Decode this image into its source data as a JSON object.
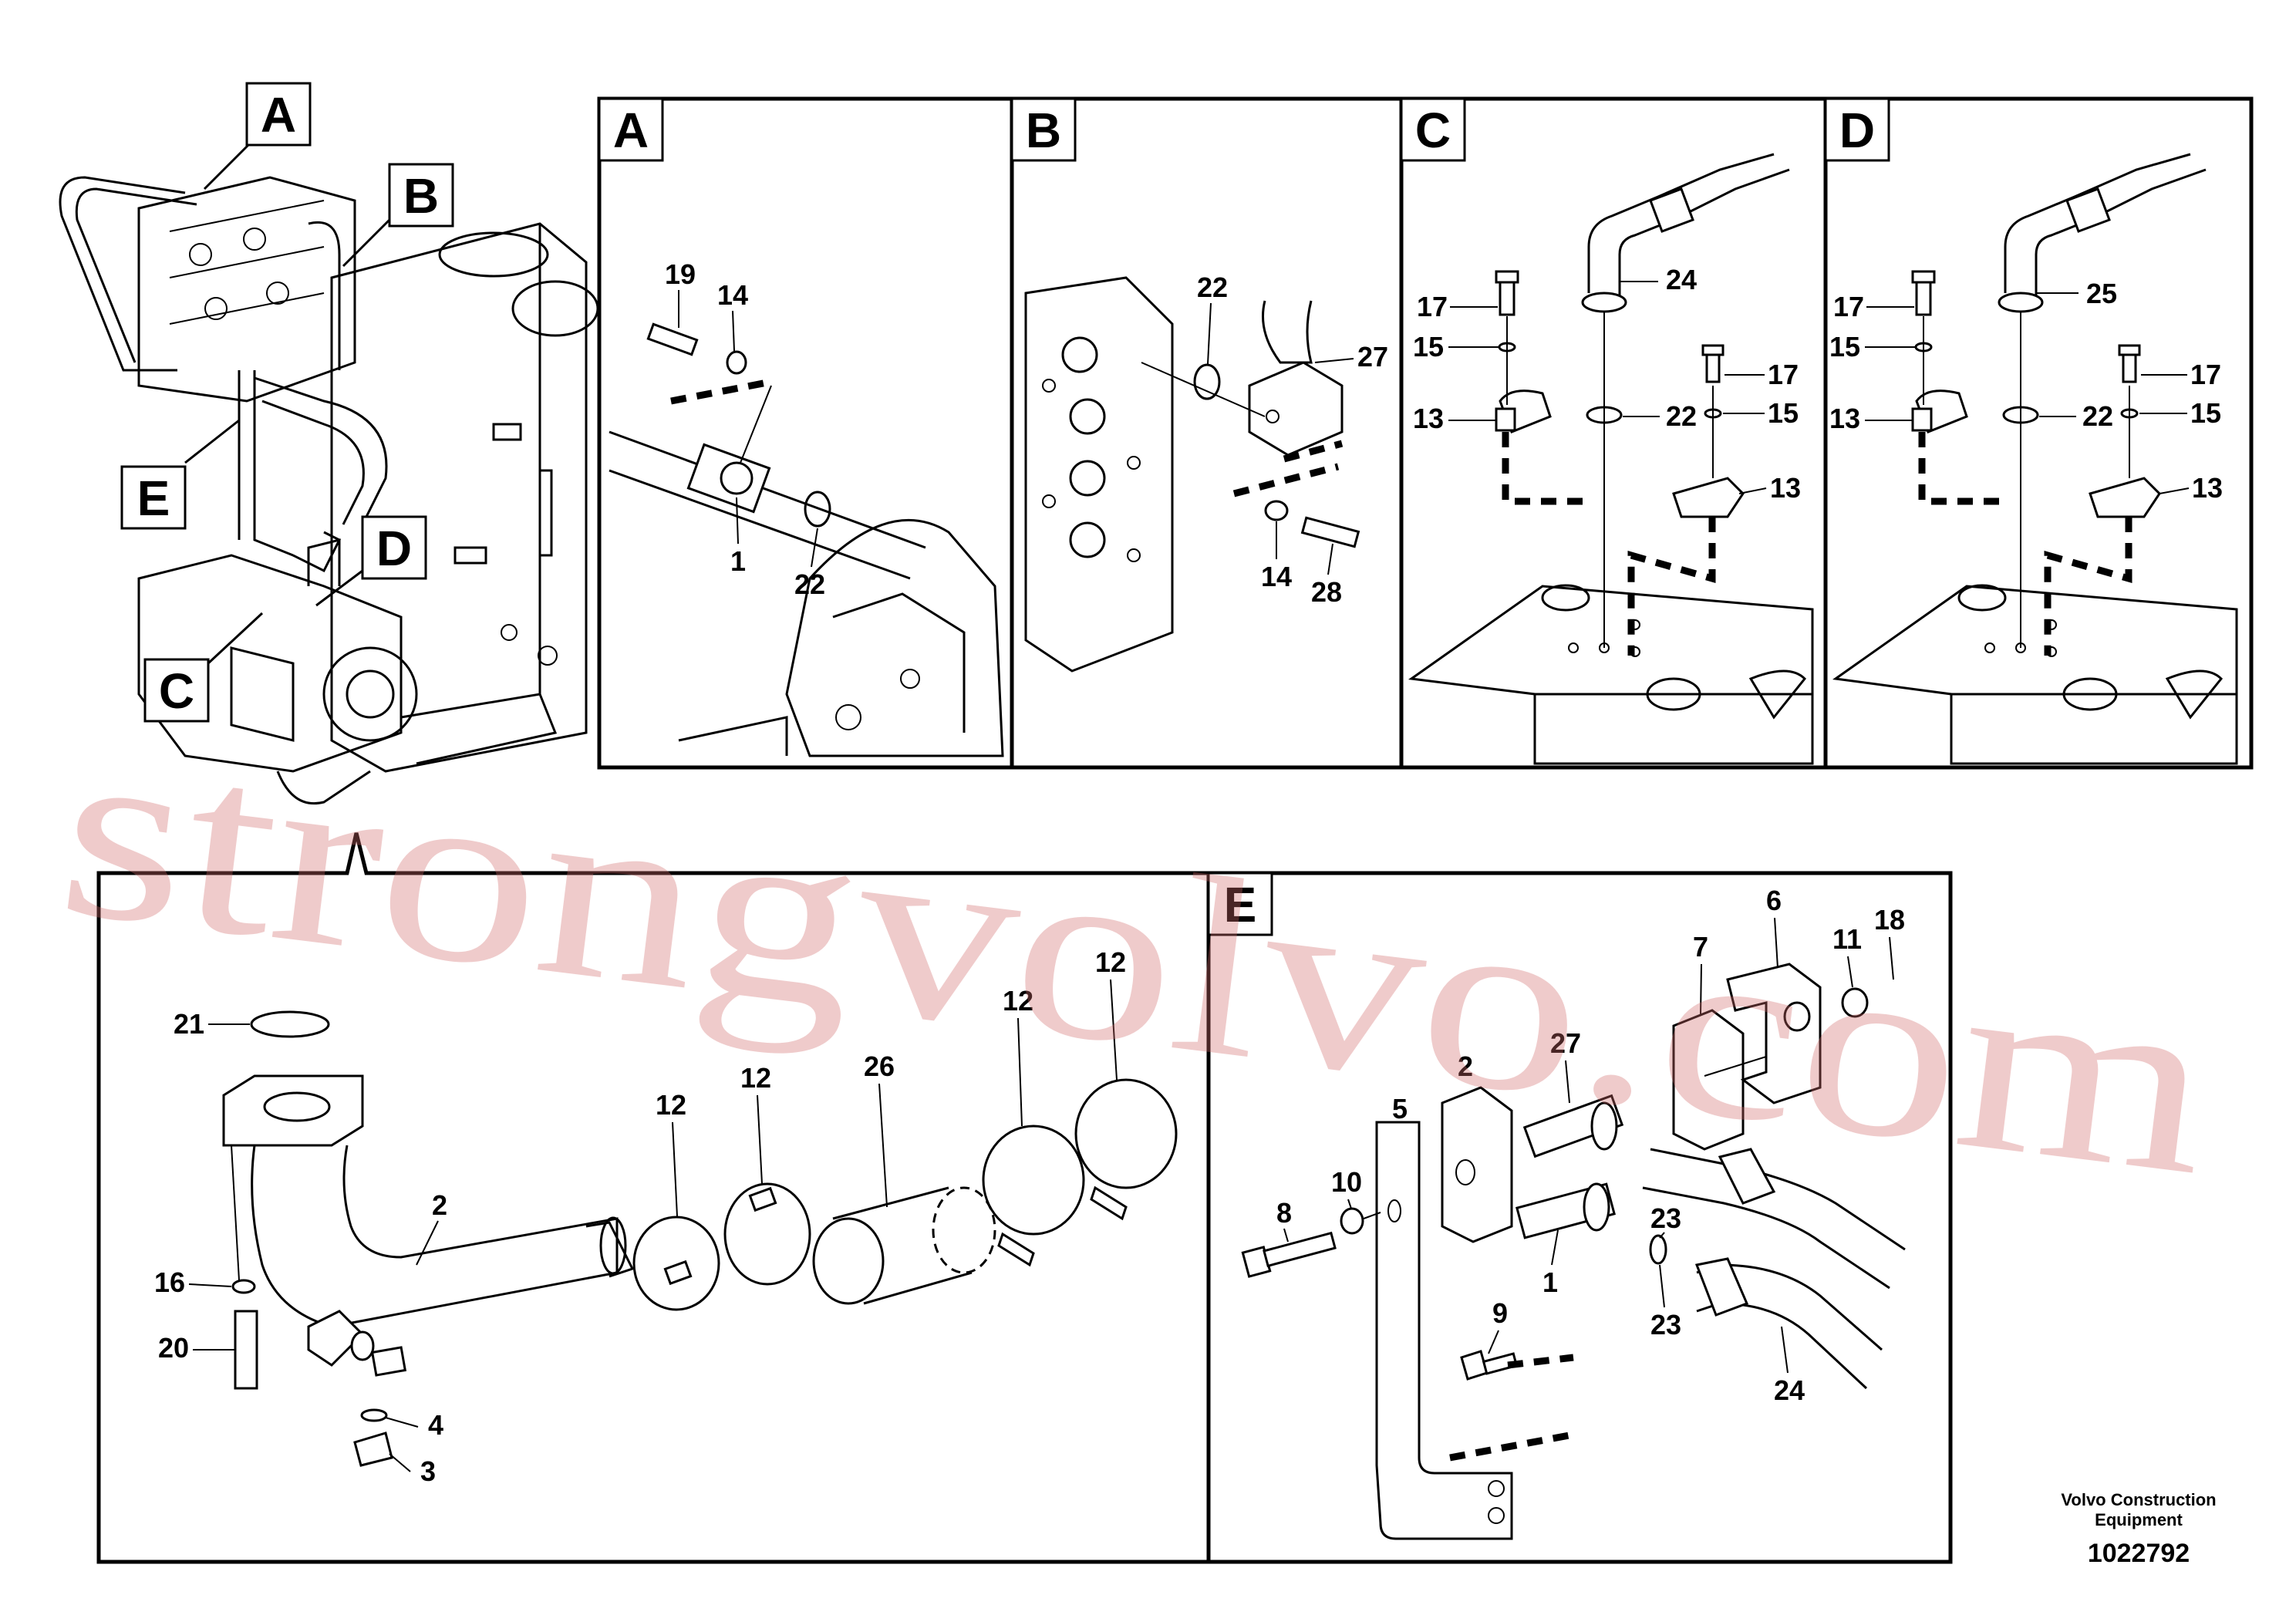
{
  "panels": {
    "A": {
      "tag": "A"
    },
    "B": {
      "tag": "B"
    },
    "C": {
      "tag": "C"
    },
    "D": {
      "tag": "D"
    },
    "E": {
      "tag": "E"
    }
  },
  "overview_tags": [
    "A",
    "B",
    "C",
    "D",
    "E"
  ],
  "labels": {
    "a_19": "19",
    "a_14": "14",
    "a_1": "1",
    "a_22": "22",
    "b_22": "22",
    "b_27": "27",
    "b_14": "14",
    "b_28": "28",
    "c_17a": "17",
    "c_15a": "15",
    "c_13a": "13",
    "c_24": "24",
    "c_22": "22",
    "c_17b": "17",
    "c_15b": "15",
    "c_13b": "13",
    "d_17a": "17",
    "d_15a": "15",
    "d_13a": "13",
    "d_25": "25",
    "d_22": "22",
    "d_17b": "17",
    "d_15b": "15",
    "d_13b": "13",
    "m_21": "21",
    "m_2": "2",
    "m_16": "16",
    "m_20": "20",
    "m_4": "4",
    "m_3": "3",
    "m_12a": "12",
    "m_12b": "12",
    "m_12c": "12",
    "m_12d": "12",
    "m_26": "26",
    "e_8": "8",
    "e_10": "10",
    "e_5": "5",
    "e_7": "7",
    "e_6": "6",
    "e_11": "11",
    "e_18": "18",
    "e_27": "27",
    "e_1": "1",
    "e_23a": "23",
    "e_23b": "23",
    "e_9": "9",
    "e_24": "24",
    "e_2": "2"
  },
  "watermark": "strongvolvo.com",
  "credit": {
    "line1": "Volvo Construction",
    "line2": "Equipment"
  },
  "doc_number": "1022792"
}
